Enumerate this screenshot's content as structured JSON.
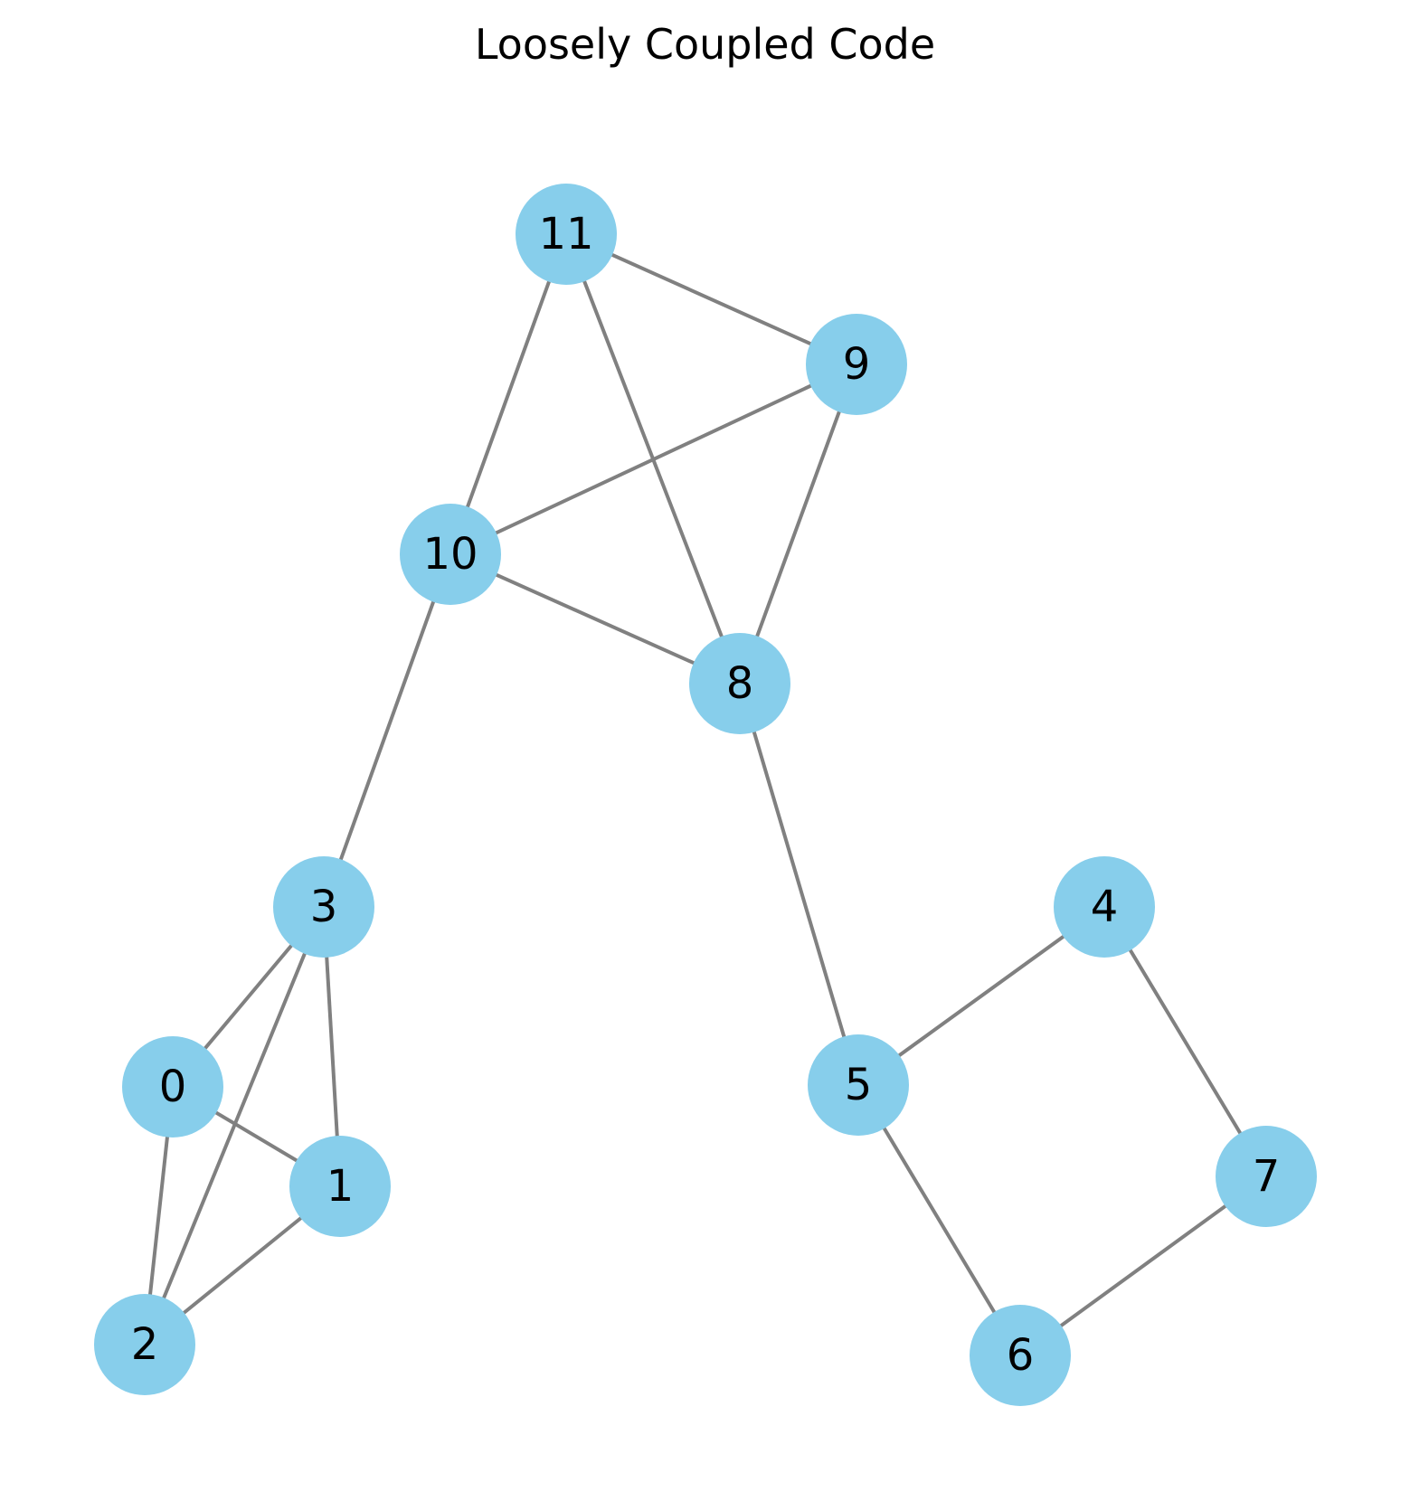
{
  "title": "Loosely Coupled Code",
  "colors": {
    "node_fill": "#87ceeb",
    "edge": "#808080",
    "label": "#000000",
    "background": "#ffffff"
  },
  "nodes": [
    {
      "id": "0",
      "label": "0"
    },
    {
      "id": "1",
      "label": "1"
    },
    {
      "id": "2",
      "label": "2"
    },
    {
      "id": "3",
      "label": "3"
    },
    {
      "id": "4",
      "label": "4"
    },
    {
      "id": "5",
      "label": "5"
    },
    {
      "id": "6",
      "label": "6"
    },
    {
      "id": "7",
      "label": "7"
    },
    {
      "id": "8",
      "label": "8"
    },
    {
      "id": "9",
      "label": "9"
    },
    {
      "id": "10",
      "label": "10"
    },
    {
      "id": "11",
      "label": "11"
    }
  ],
  "edges": [
    [
      "0",
      "3"
    ],
    [
      "0",
      "1"
    ],
    [
      "0",
      "2"
    ],
    [
      "1",
      "3"
    ],
    [
      "1",
      "2"
    ],
    [
      "2",
      "3"
    ],
    [
      "3",
      "10"
    ],
    [
      "4",
      "5"
    ],
    [
      "4",
      "7"
    ],
    [
      "5",
      "6"
    ],
    [
      "5",
      "8"
    ],
    [
      "6",
      "7"
    ],
    [
      "8",
      "9"
    ],
    [
      "8",
      "10"
    ],
    [
      "8",
      "11"
    ],
    [
      "9",
      "10"
    ],
    [
      "9",
      "11"
    ],
    [
      "10",
      "11"
    ]
  ]
}
